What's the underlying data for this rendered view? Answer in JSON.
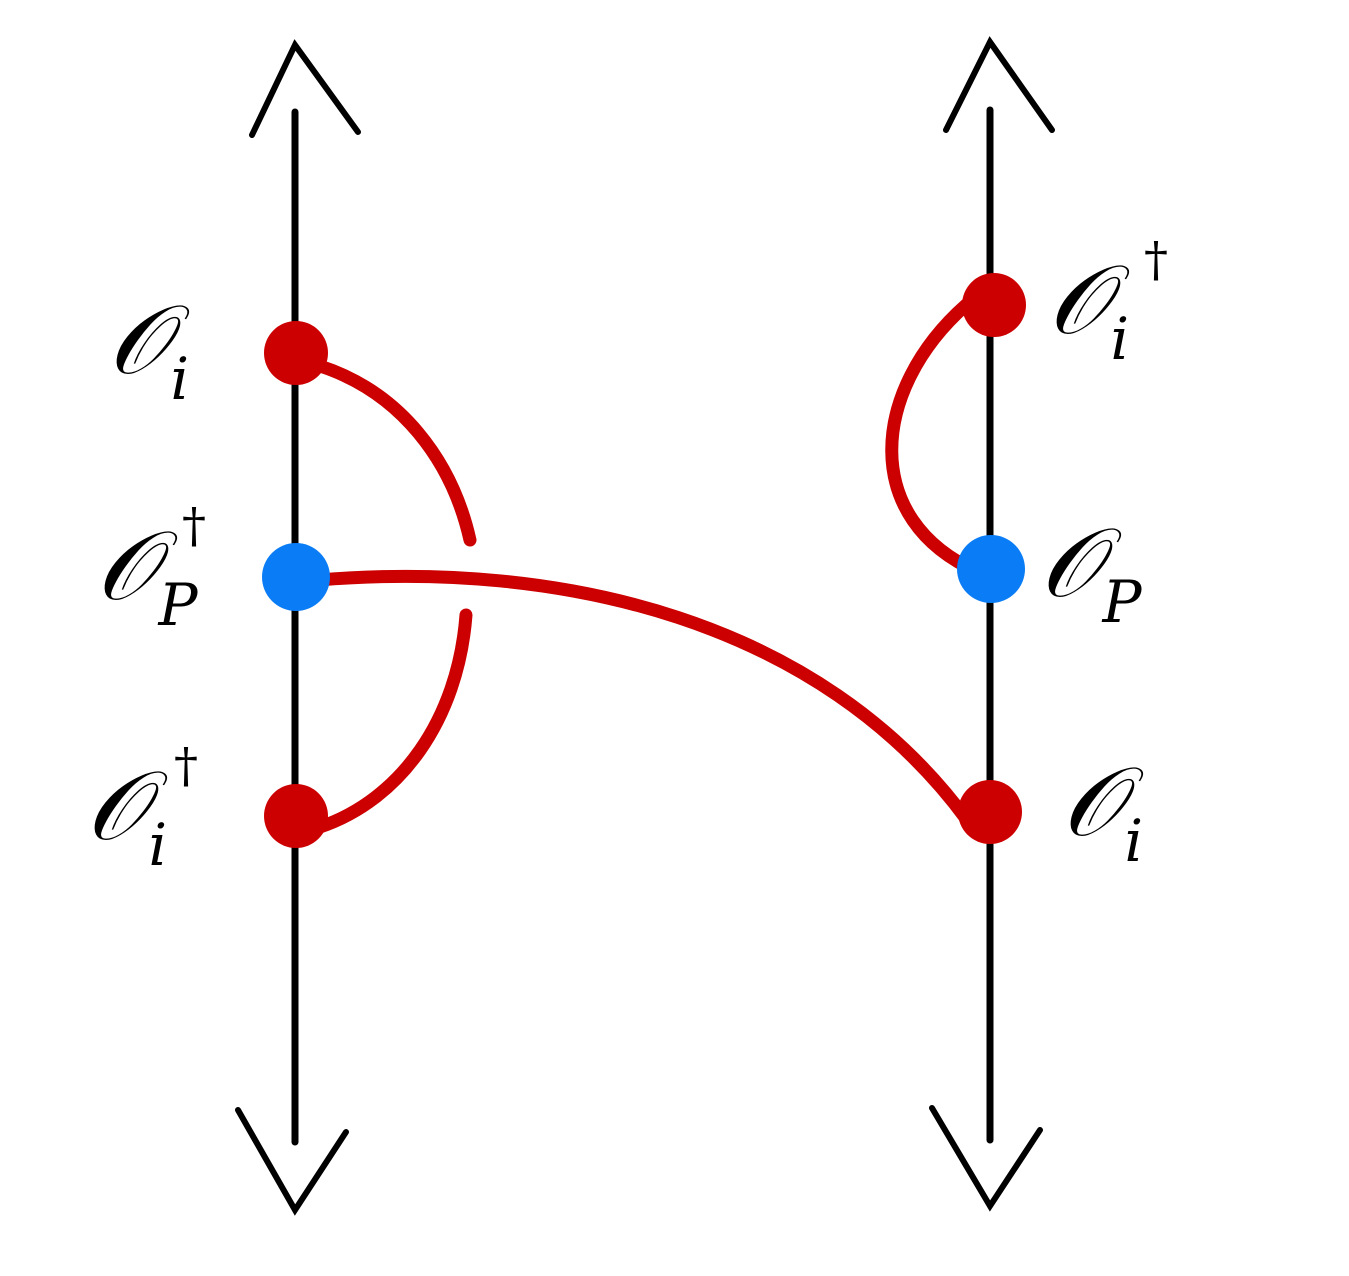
{
  "colors": {
    "line": "#000000",
    "contraction": "#cc0000",
    "operator_i": "#cc0000",
    "operator_p": "#0a7cf5",
    "background": "#ffffff"
  },
  "diagram": {
    "left_chain": {
      "operators": [
        {
          "symbol": "𝒪",
          "subscript": "i",
          "dagger": "",
          "kind": "i"
        },
        {
          "symbol": "𝒪",
          "subscript": "P",
          "dagger": "†",
          "kind": "p"
        },
        {
          "symbol": "𝒪",
          "subscript": "i",
          "dagger": "†",
          "kind": "i"
        }
      ]
    },
    "right_chain": {
      "operators": [
        {
          "symbol": "𝒪",
          "subscript": "i",
          "dagger": "†",
          "kind": "i"
        },
        {
          "symbol": "𝒪",
          "subscript": "P",
          "dagger": "",
          "kind": "p"
        },
        {
          "symbol": "𝒪",
          "subscript": "i",
          "dagger": "",
          "kind": "i"
        }
      ]
    },
    "contractions": [
      {
        "from": "left_chain.0",
        "to": "left_chain.2",
        "style": "broken-arc"
      },
      {
        "from": "left_chain.1",
        "to": "right_chain.2",
        "style": "arc"
      },
      {
        "from": "right_chain.0",
        "to": "right_chain.1",
        "style": "arc"
      }
    ]
  }
}
